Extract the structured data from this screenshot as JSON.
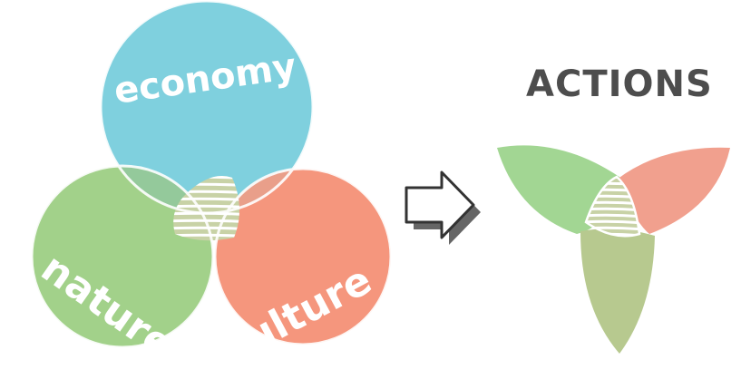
{
  "diagram": {
    "circles": [
      {
        "key": "economy",
        "label": "economy",
        "color": "#7fd0de"
      },
      {
        "key": "nature",
        "label": "nature",
        "color": "#a2d18a"
      },
      {
        "key": "culture",
        "label": "culture",
        "color": "#f5967d"
      }
    ],
    "overlap_colors": {
      "economy_nature": "#94c99b",
      "economy_culture": "#e99f8a",
      "nature_culture": "#bcc58f",
      "center_fill": "#c8d2a6",
      "center_stripes": "#ffffff"
    },
    "actions_title": "ACTIONS",
    "actions_colors": {
      "left_petal": "#a2d693",
      "right_petal": "#f1a08e",
      "bottom_petal": "#b7c98f"
    },
    "arrow": {
      "fill": "#ffffff",
      "stroke": "#333333",
      "shadow": "#666666"
    }
  }
}
